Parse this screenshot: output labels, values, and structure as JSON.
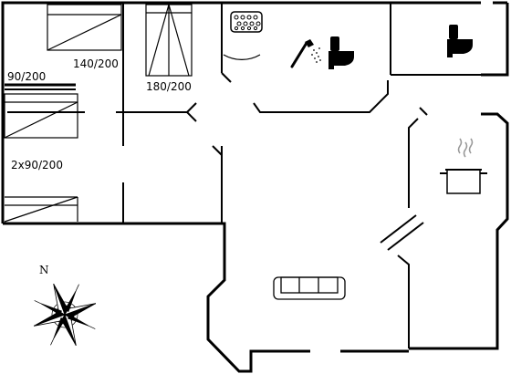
{
  "bed_labels": {
    "double_bed": "140/200",
    "single_bed": "90/200",
    "bunk_beds": "2x90/200",
    "long_bed": "180/200"
  },
  "compass": {
    "north_label": "N"
  },
  "icons": [
    "whirlpool-icon",
    "shower-icon",
    "toilet-icon",
    "stove-pot-icon",
    "sofa-icon",
    "compass-rose-icon"
  ],
  "colors": {
    "wall": "#000000",
    "background": "#ffffff"
  }
}
